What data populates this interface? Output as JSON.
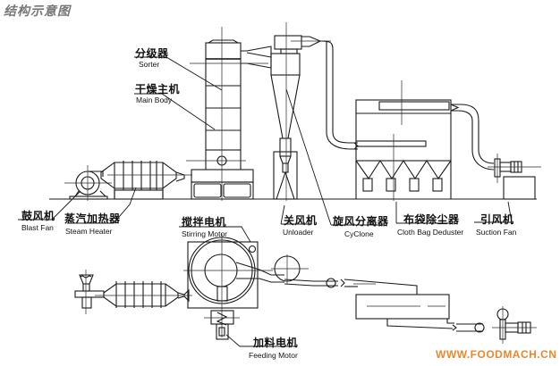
{
  "title": "结构示意图",
  "watermark": "WWW.FOODMACH.CN",
  "labels": {
    "sorter": {
      "zh": "分级器",
      "en": "Sorter"
    },
    "main_body": {
      "zh": "干燥主机",
      "en": "Main Body"
    },
    "blast_fan": {
      "zh": "鼓风机",
      "en": "Blast Fan"
    },
    "steam_heater": {
      "zh": "蒸汽加热器",
      "en": "Steam Heater"
    },
    "stirring_motor": {
      "zh": "搅拌电机",
      "en": "Stirring Motor"
    },
    "unloader": {
      "zh": "关风机",
      "en": "Unloader"
    },
    "cyclone": {
      "zh": "旋风分离器",
      "en": "CyClone"
    },
    "cloth_bag": {
      "zh": "布袋除尘器",
      "en": "Cloth Bag Deduster"
    },
    "suction_fan": {
      "zh": "引风机",
      "en": "Suction Fan"
    },
    "feeding_motor": {
      "zh": "加料电机",
      "en": "Feeding Motor"
    }
  },
  "colors": {
    "line": "#1a1a1a",
    "title": "#777777",
    "watermark": "#e8882e"
  }
}
